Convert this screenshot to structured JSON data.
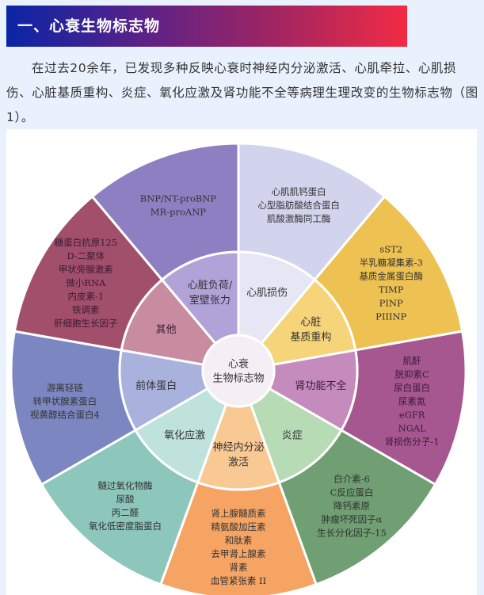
{
  "header": {
    "title": "一、心衰生物标志物"
  },
  "paragraph": "在过去20余年，已发现多种反映心衰时神经内分泌激活、心肌牵拉、心肌损伤、心脏基质重构、炎症、氧化应激及肾功能不全等病理生理改变的生物标志物（图1）。",
  "diagram": {
    "center": [
      "心衰",
      "生物标志物"
    ],
    "sectors": [
      {
        "category": [
          "心肌损伤"
        ],
        "markers": [
          "心肌肌钙蛋白",
          "心型脂肪酸结合蛋白",
          "肌酸激酶同工酶"
        ],
        "inner_color": "#e6e6f4",
        "outer_color": "#d2d4ee"
      },
      {
        "category": [
          "心脏",
          "基质重构"
        ],
        "markers": [
          "sST2",
          "半乳糖凝集素-3",
          "基质金属蛋白酶",
          "TIMP",
          "PINP",
          "PIIINP"
        ],
        "inner_color": "#f6d479",
        "outer_color": "#eec252"
      },
      {
        "category": [
          "肾功能不全"
        ],
        "markers": [
          "肌酐",
          "胱抑素C",
          "尿白蛋白",
          "尿素氮",
          "eGFR",
          "NGAL",
          "肾损伤分子-1"
        ],
        "inner_color": "#c58bbd",
        "outer_color": "#a6578f"
      },
      {
        "category": [
          "炎症"
        ],
        "markers": [
          "白介素-6",
          "C反应蛋白",
          "降钙素原",
          "肿瘤坏死因子α",
          "生长分化因子-15"
        ],
        "inner_color": "#b7dbb5",
        "outer_color": "#6f9f72"
      },
      {
        "category": [
          "神经内分泌",
          "激活"
        ],
        "markers": [
          "肾上腺髓质素",
          "精氨酸加压素",
          "和肽素",
          "去甲肾上腺素",
          "肾素",
          "血管紧张素 II"
        ],
        "inner_color": "#f9c994",
        "outer_color": "#f5a464"
      },
      {
        "category": [
          "氧化应激"
        ],
        "markers": [
          "髓过氧化物酶",
          "尿酸",
          "丙二醛",
          "氧化低密度脂蛋白"
        ],
        "inner_color": "#bfe3dc",
        "outer_color": "#8dc6bb"
      },
      {
        "category": [
          "前体蛋白"
        ],
        "markers": [
          "游离轻链",
          "转甲状腺素蛋白",
          "视黄醇结合蛋白4"
        ],
        "inner_color": "#a9b2dd",
        "outer_color": "#7c87c2"
      },
      {
        "category": [
          "其他"
        ],
        "markers": [
          "糖蛋白抗原125",
          "D-二聚体",
          "甲状旁腺激素",
          "微小RNA",
          "内皮素-1",
          "铁调素",
          "肝细胞生长因子"
        ],
        "inner_color": "#c78c9f",
        "outer_color": "#a24f6b"
      },
      {
        "category": [
          "心脏负荷/",
          "室壁张力"
        ],
        "markers": [
          "BNP/NT-proBNP",
          "MR-proANP"
        ],
        "inner_color": "#b1a3d8",
        "outer_color": "#8e7fc2"
      }
    ]
  }
}
